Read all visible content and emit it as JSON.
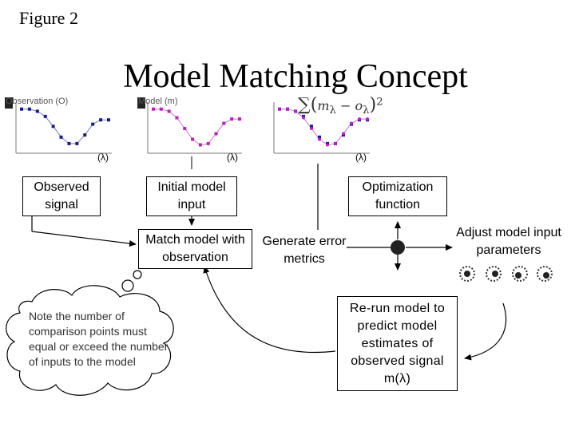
{
  "figure_label": "Figure 2",
  "title": "Model Matching Concept",
  "plots": {
    "observation_label": "Observation (O)",
    "model_label": "Model (m)",
    "observation_color": "#1a1a8c",
    "model_color": "#c020c0",
    "observation_values": [
      0.95,
      0.95,
      0.9,
      0.78,
      0.55,
      0.3,
      0.15,
      0.15,
      0.35,
      0.6,
      0.7,
      0.7
    ],
    "model_values": [
      0.95,
      0.95,
      0.9,
      0.75,
      0.5,
      0.25,
      0.12,
      0.15,
      0.38,
      0.62,
      0.72,
      0.72
    ],
    "axis_labels": [
      "(λ)",
      "(λ)",
      "(λ)"
    ]
  },
  "formula": {
    "sum": "∑",
    "open": "(",
    "m": "m",
    "m_sub": "λ",
    "minus": " − ",
    "o": "o",
    "o_sub": "λ",
    "close": ")",
    "power": "2"
  },
  "boxes": {
    "observed_signal": "Observed signal",
    "initial_model_input": "Initial model input",
    "optimization_function": "Optimization function",
    "match_model": "Match model with observation",
    "generate_error_metrics": "Generate error metrics",
    "adjust_model_input": "Adjust model input parameters",
    "rerun_model": "Re-run model to predict model estimates of observed signal m(λ)"
  },
  "note": "Note the number of comparison points must equal or exceed the number of inputs to the model"
}
